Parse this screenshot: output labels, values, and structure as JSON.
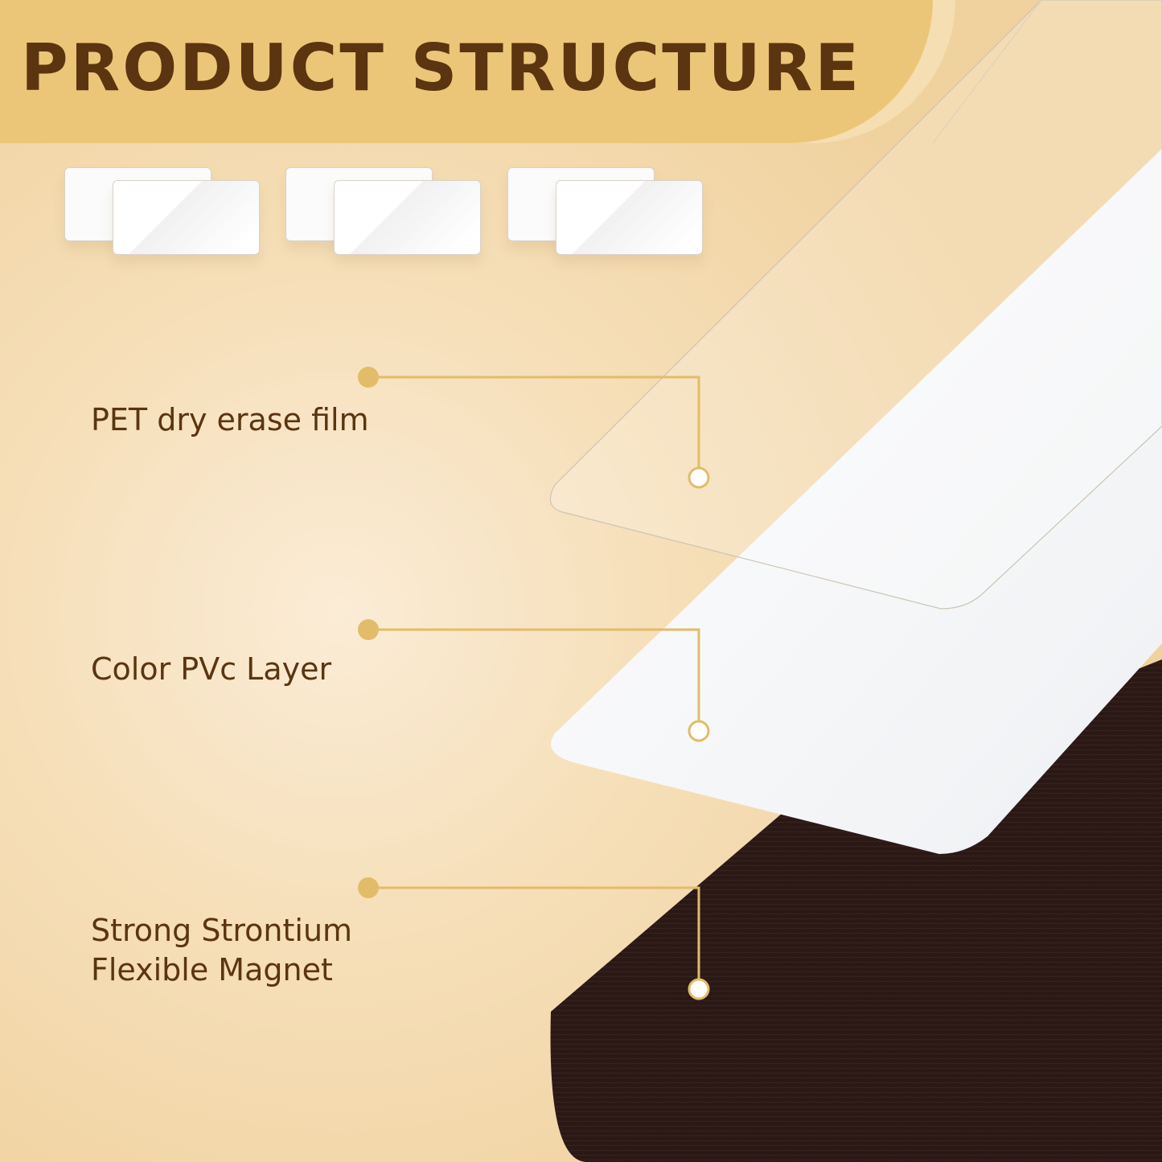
{
  "header": {
    "title": "PRODUCT STRUCTURE"
  },
  "layers": [
    {
      "label": "PET dry erase film"
    },
    {
      "label": "Color PVc Layer"
    },
    {
      "label_line1": "Strong Strontium",
      "label_line2": "Flexible Magnet"
    }
  ],
  "colors": {
    "header_bg": "#ecc678",
    "title_text": "#5a3510",
    "label_text": "#5a3510",
    "callout_line": "#e2bc68",
    "magnet": "#2a1815",
    "pvc": "#f6f7f9"
  }
}
